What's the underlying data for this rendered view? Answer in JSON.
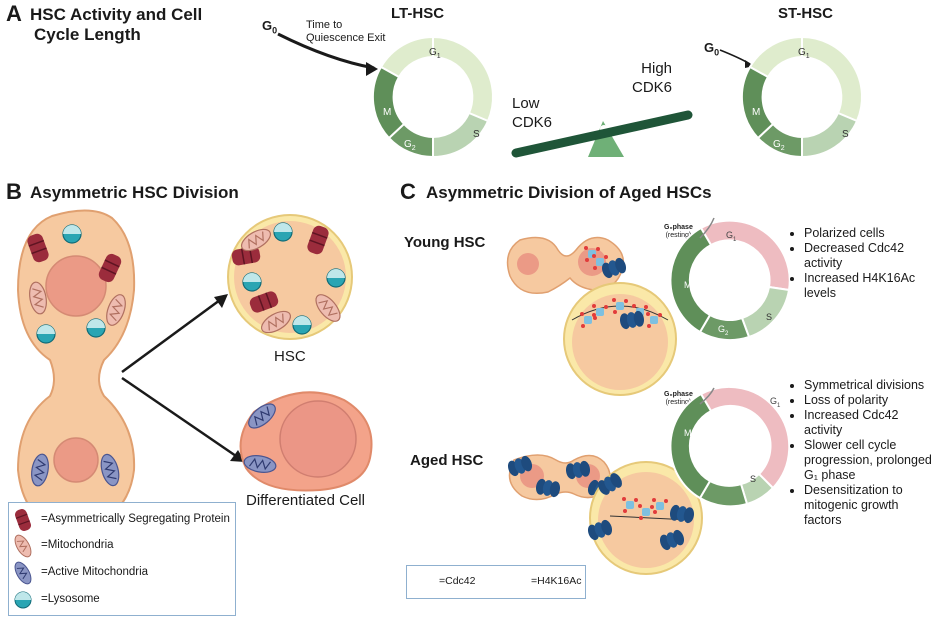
{
  "panel_a": {
    "letter": "A",
    "title_line1": "HSC Activity and Cell",
    "title_line2": "Cycle Length",
    "g0_label": "G",
    "g0_sub": "0",
    "time_label_line1": "Time to",
    "time_label_line2": "Quiescence Exit",
    "lt_hsc": "LT-HSC",
    "st_hsc": "ST-HSC",
    "low_cdk6_line1": "Low",
    "low_cdk6_line2": "CDK6",
    "high_cdk6_line1": "High",
    "high_cdk6_line2": "CDK6",
    "phases": {
      "g1": "G",
      "g1_sub": "1",
      "s": "S",
      "g2": "G",
      "g2_sub": "2",
      "m": "M"
    }
  },
  "panel_b": {
    "letter": "B",
    "title": "Asymmetric HSC Division",
    "hsc_label": "HSC",
    "diff_label": "Differentiated Cell",
    "legend": [
      {
        "icon": "protein-icon",
        "text": "=Asymmetrically Segregating Protein"
      },
      {
        "icon": "mitochondria-icon",
        "text": "=Mitochondria"
      },
      {
        "icon": "active-mitochondria-icon",
        "text": "=Active Mitochondria"
      },
      {
        "icon": "lysosome-icon",
        "text": "=Lysosome"
      }
    ]
  },
  "panel_c": {
    "letter": "C",
    "title": "Asymmetric Division of Aged HSCs",
    "young_label": "Young HSC",
    "aged_label": "Aged HSC",
    "g0phase_line1": "G₀phase",
    "g0phase_line2": "(resting)",
    "young_bullets": [
      "Polarized cells",
      "Decreased Cdc42 activity",
      "Increased H4K16Ac levels"
    ],
    "aged_bullets": [
      "Symmetrical divisions",
      "Loss of polarity",
      "Increased Cdc42 activity",
      "Slower cell cycle progression, prolonged G₁ phase",
      "Desensitization to mitogenic growth factors"
    ],
    "legend_cdc42": "=Cdc42",
    "legend_h4k16ac": "=H4K16Ac"
  },
  "colors": {
    "cell_fill": "#f6c9a0",
    "cell_stroke": "#e0a070",
    "nucleus": "#eb9a86",
    "cycle_light": "#dfeccd",
    "cycle_mid": "#b9d3b2",
    "cycle_dark": "#5f8f59",
    "cycle_darker": "#6d9a66",
    "pink": "#eebcc1",
    "seesaw": "#1f5538",
    "seesaw_fulcrum": "#6fb077",
    "protein": "#8e2737",
    "lysosome": "#1f8f9e",
    "active_mito": "#5f6fa8",
    "cdc42": "#1e4b7e"
  }
}
